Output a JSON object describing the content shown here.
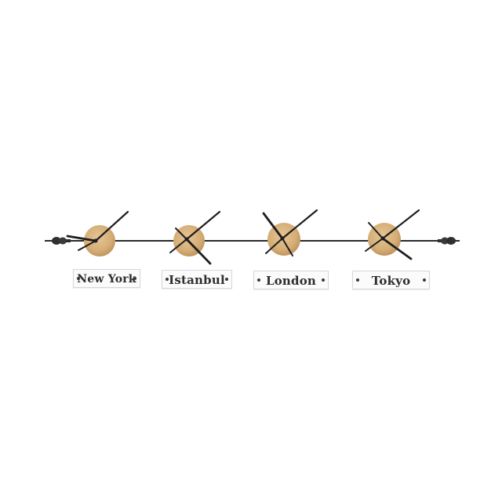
{
  "product": {
    "type": "world time wall clock",
    "materials": {
      "face_color": "#d9b47f",
      "hand_color": "#1e1e1e",
      "rod_color": "#2a2a2a",
      "plate_color": "#fbfbfb",
      "background": "#ffffff"
    }
  },
  "clocks": [
    {
      "city": "New York"
    },
    {
      "city": "Istanbul"
    },
    {
      "city": "London"
    },
    {
      "city": "Tokyo"
    }
  ]
}
